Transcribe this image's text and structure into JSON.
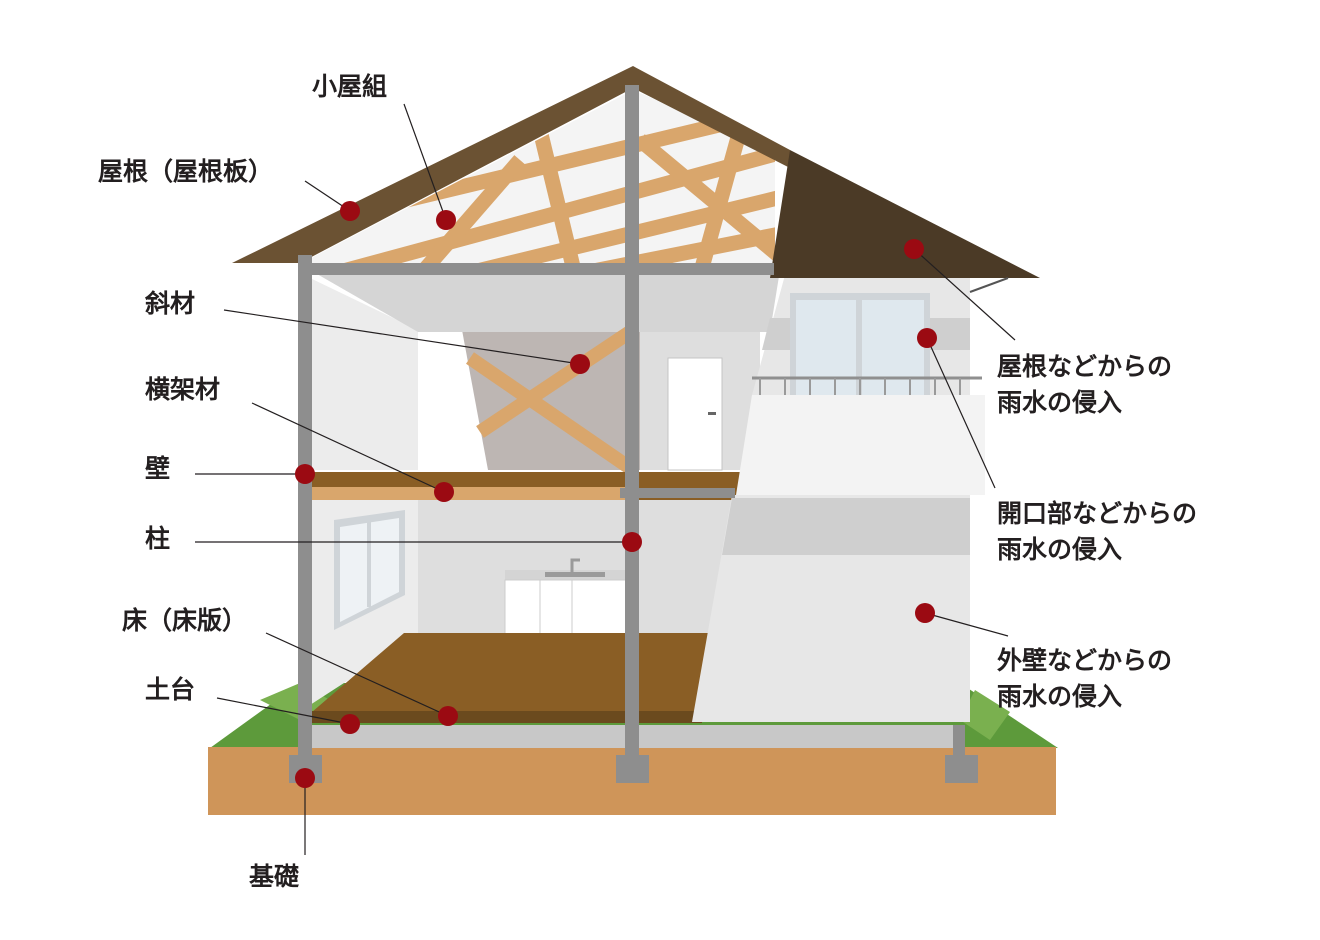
{
  "title": "",
  "labels": {
    "koyagumi": "小屋組",
    "yane": "屋根（屋根板）",
    "shazai": "斜材",
    "oukazai": "横架材",
    "kabe": "壁",
    "hashira": "柱",
    "yuka": "床（床版）",
    "dodai": "土台",
    "kiso": "基礎"
  },
  "causes": {
    "roof": {
      "line1": "屋根などからの",
      "line2": "雨水の侵入"
    },
    "opening": {
      "line1": "開口部などからの",
      "line2": "雨水の侵入"
    },
    "wall": {
      "line1": "外壁などからの",
      "line2": "雨水の侵入"
    }
  },
  "colors": {
    "marker": "#9b0a12",
    "roof_edge": "#6b5233",
    "roof_dark": "#4b3a26",
    "truss": "#d9a66c",
    "floor": "#8a5e25",
    "ground": "#cf9559",
    "grass": "#5d9a3b",
    "frame": "#8e8e8e"
  }
}
